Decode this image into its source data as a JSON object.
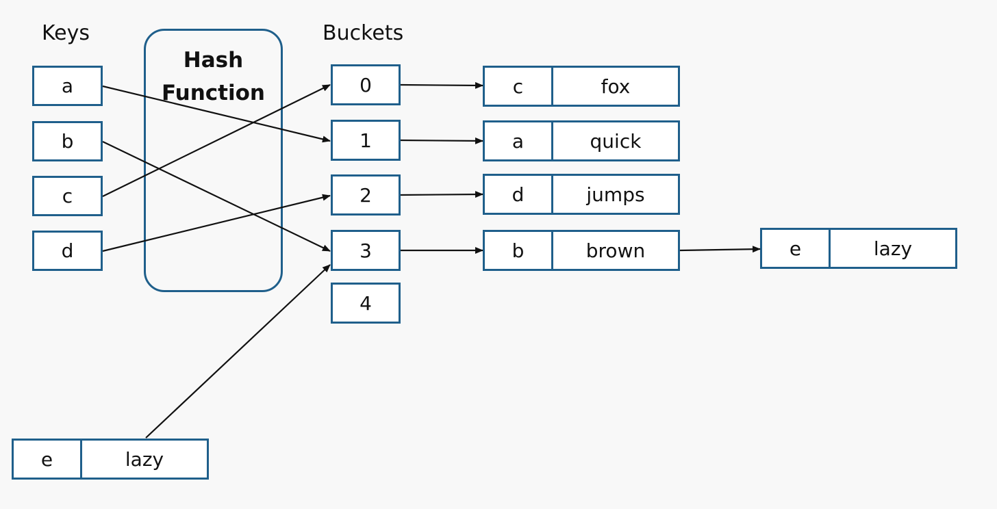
{
  "labels": {
    "keys": "Keys",
    "buckets": "Buckets",
    "hash_line1": "Hash",
    "hash_line2": "Function"
  },
  "keys": [
    "a",
    "b",
    "c",
    "d"
  ],
  "buckets": [
    "0",
    "1",
    "2",
    "3",
    "4"
  ],
  "entries": [
    {
      "key": "c",
      "value": "fox"
    },
    {
      "key": "a",
      "value": "quick"
    },
    {
      "key": "d",
      "value": "jumps"
    },
    {
      "key": "b",
      "value": "brown"
    }
  ],
  "chained_entry": {
    "key": "e",
    "value": "lazy"
  },
  "incoming_entry": {
    "key": "e",
    "value": "lazy"
  },
  "colors": {
    "border": "#1f5f8b",
    "arrow": "#111111"
  }
}
